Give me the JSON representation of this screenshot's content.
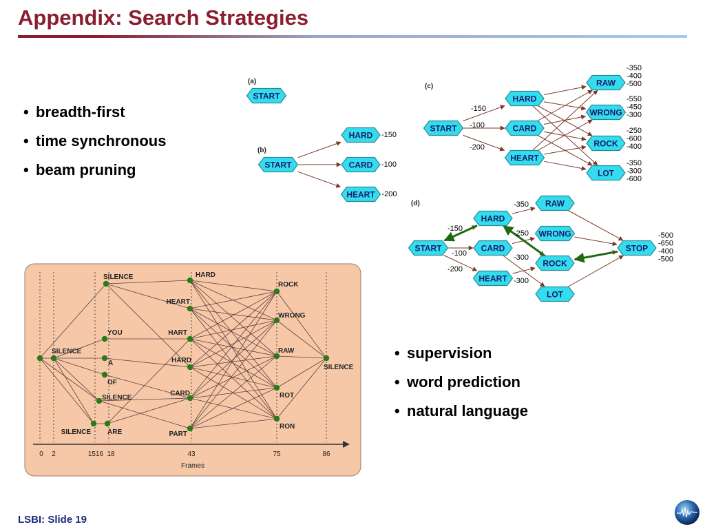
{
  "slide": {
    "title": "Appendix: Search Strategies",
    "footer": "LSBI: Slide 19",
    "logo_icon": "globe-logo-icon"
  },
  "bullets_left": [
    "breadth-first",
    "time synchronous",
    "beam pruning"
  ],
  "bullets_right": [
    "supervision",
    "word prediction",
    "natural language"
  ],
  "colors": {
    "title": "#8b1e2e",
    "node_fill": "#33ddee",
    "node_stroke": "#2a8898",
    "edge": "#7a3a2a",
    "best_path": "#1e6a10",
    "trellis_bg": "#f7c8a8",
    "trellis_node": "#2a7a1a"
  },
  "diagram_a": {
    "label": "(a)",
    "nodes": [
      {
        "id": "start",
        "text": "START"
      }
    ]
  },
  "diagram_b": {
    "label": "(b)",
    "nodes": [
      {
        "id": "start",
        "text": "START"
      },
      {
        "id": "hard",
        "text": "HARD",
        "score": "-150"
      },
      {
        "id": "card",
        "text": "CARD",
        "score": "-100"
      },
      {
        "id": "heart",
        "text": "HEART",
        "score": "-200"
      }
    ]
  },
  "diagram_c": {
    "label": "(c)",
    "nodes": [
      {
        "id": "start",
        "text": "START"
      },
      {
        "id": "hard",
        "text": "HARD"
      },
      {
        "id": "card",
        "text": "CARD"
      },
      {
        "id": "heart",
        "text": "HEART"
      },
      {
        "id": "raw",
        "text": "RAW"
      },
      {
        "id": "wrong",
        "text": "WRONG"
      },
      {
        "id": "rock",
        "text": "ROCK"
      },
      {
        "id": "lot",
        "text": "LOT"
      }
    ],
    "edge_scores": [
      "-150",
      "-100",
      "-200"
    ],
    "node_scores": [
      [
        "-350",
        "-400",
        "-500"
      ],
      [
        "-550",
        "-450",
        "-300"
      ],
      [
        "-250",
        "-600",
        "-400"
      ],
      [
        "-350",
        "-300",
        "-600"
      ]
    ]
  },
  "diagram_d": {
    "label": "(d)",
    "nodes": [
      {
        "id": "start",
        "text": "START"
      },
      {
        "id": "hard",
        "text": "HARD"
      },
      {
        "id": "card",
        "text": "CARD"
      },
      {
        "id": "heart",
        "text": "HEART"
      },
      {
        "id": "raw",
        "text": "RAW"
      },
      {
        "id": "wrong",
        "text": "WRONG"
      },
      {
        "id": "rock",
        "text": "ROCK"
      },
      {
        "id": "lot",
        "text": "LOT"
      },
      {
        "id": "stop",
        "text": "STOP"
      }
    ],
    "edge_scores": [
      "-150",
      "-100",
      "-200",
      "-350",
      "-250",
      "-300",
      "-300"
    ],
    "stop_scores": [
      "-500",
      "-650",
      "-400",
      "-500"
    ]
  },
  "trellis": {
    "xlabel": "Frames",
    "ticks": [
      "0",
      "2",
      "1516",
      "18",
      "43",
      "75",
      "86"
    ],
    "nodes": [
      {
        "id": "s0",
        "text": ""
      },
      {
        "id": "s1",
        "text": "SILENCE"
      },
      {
        "id": "you",
        "text": "YOU"
      },
      {
        "id": "a",
        "text": "A"
      },
      {
        "id": "of",
        "text": "OF"
      },
      {
        "id": "sil_top",
        "text": "SILENCE"
      },
      {
        "id": "sil_mid",
        "text": "SILENCE"
      },
      {
        "id": "sil_low",
        "text": "SILENCE"
      },
      {
        "id": "are",
        "text": "ARE"
      },
      {
        "id": "hard1",
        "text": "HARD"
      },
      {
        "id": "heart",
        "text": "HEART"
      },
      {
        "id": "hart",
        "text": "HART"
      },
      {
        "id": "hard2",
        "text": "HARD"
      },
      {
        "id": "card",
        "text": "CARD"
      },
      {
        "id": "part",
        "text": "PART"
      },
      {
        "id": "rock",
        "text": "ROCK"
      },
      {
        "id": "wrong",
        "text": "WRONG"
      },
      {
        "id": "raw",
        "text": "RAW"
      },
      {
        "id": "rot",
        "text": "ROT"
      },
      {
        "id": "ron",
        "text": "RON"
      },
      {
        "id": "sil_end",
        "text": "SILENCE"
      }
    ]
  }
}
